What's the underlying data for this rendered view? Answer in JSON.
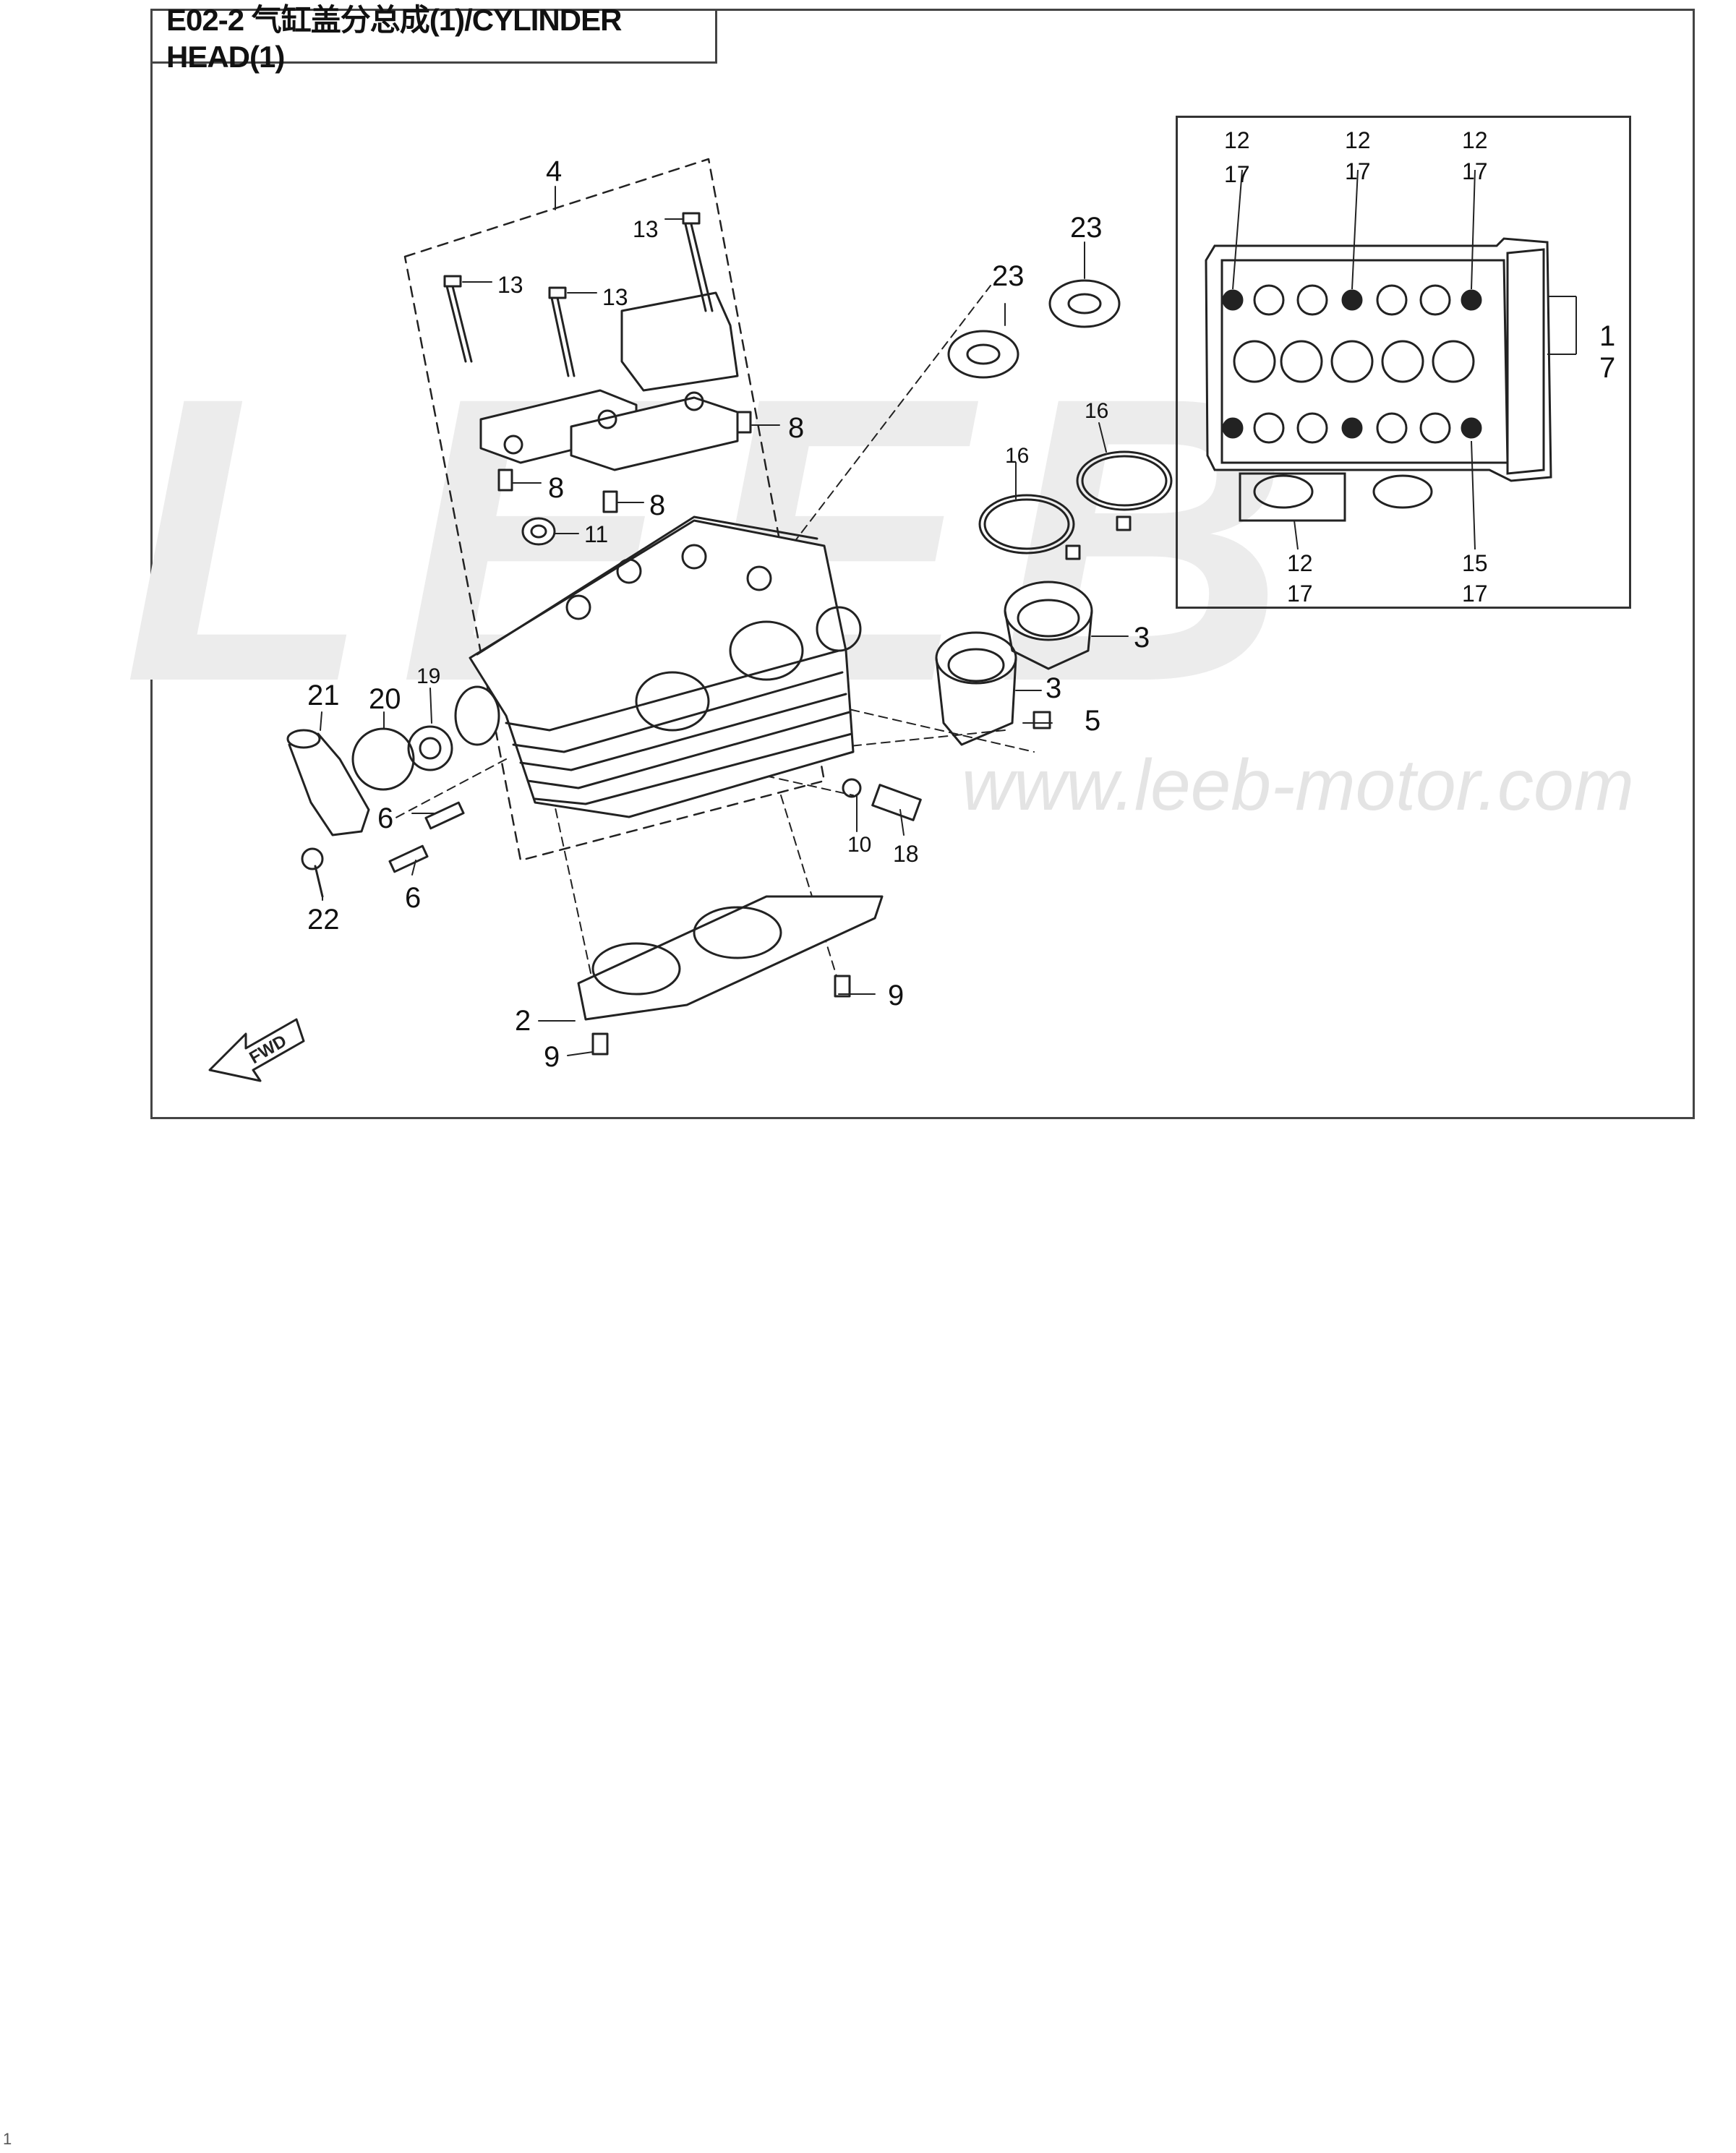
{
  "title": "E02-2 气缸盖分总成(1)/CYLINDER HEAD(1)",
  "watermark": {
    "logo_text": "LEEB",
    "url_text": "www.leeb-motor.com"
  },
  "arrow_label": "FWD",
  "callouts": {
    "c1": "1",
    "c2": "2",
    "c3a": "3",
    "c3b": "3",
    "c4": "4",
    "c5": "5",
    "c6a": "6",
    "c6b": "6",
    "c7": "7",
    "c8a": "8",
    "c8b": "8",
    "c8c": "8",
    "c9a": "9",
    "c9b": "9",
    "c10": "10",
    "c11": "11",
    "c12a": "12",
    "c12b": "12",
    "c12c": "12",
    "c12d": "12",
    "c13a": "13",
    "c13b": "13",
    "c13c": "13",
    "c15": "15",
    "c16a": "16",
    "c16b": "16",
    "c17a": "17",
    "c17b": "17",
    "c17c": "17",
    "c17d": "17",
    "c17e": "17",
    "c18": "18",
    "c19": "19",
    "c20": "20",
    "c21": "21",
    "c22": "22",
    "c23a": "23",
    "c23b": "23"
  },
  "page_number": "1",
  "colors": {
    "line": "#222222",
    "frame": "#444444",
    "watermark": "#ececec"
  }
}
